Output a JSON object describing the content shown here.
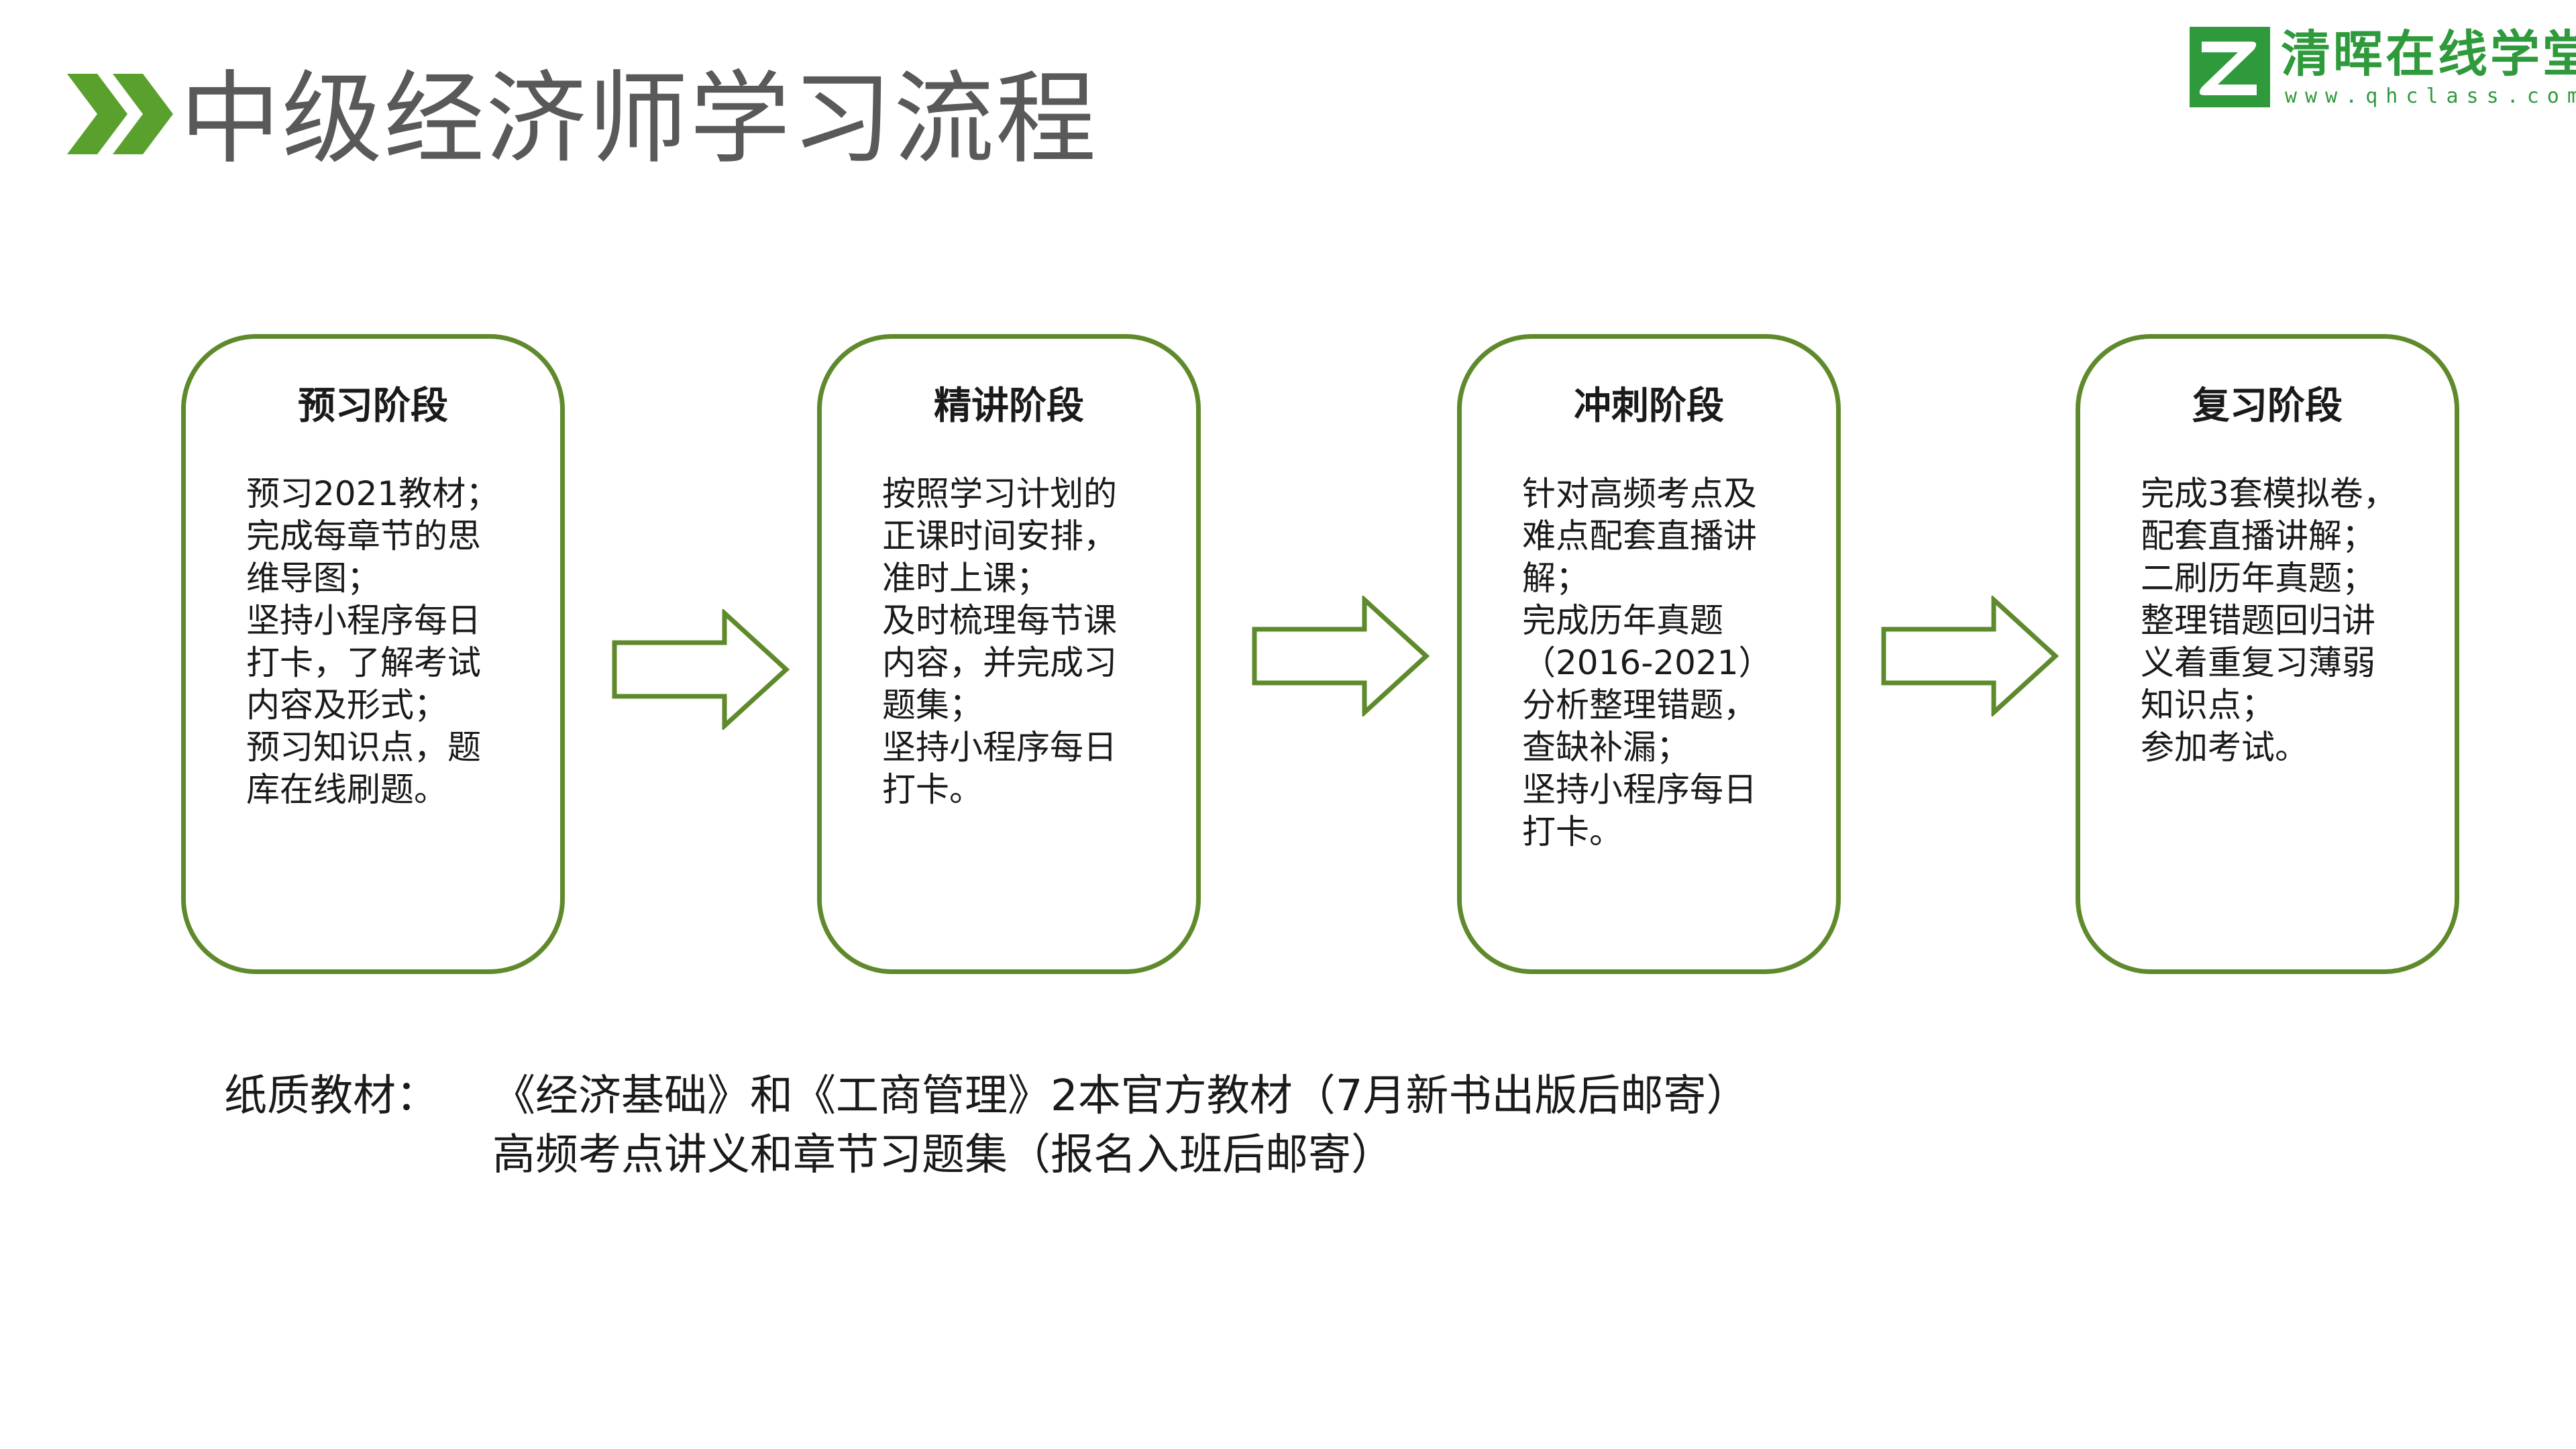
{
  "header": {
    "title": "中级经济师学习流程",
    "accent_color": "#5aa02c"
  },
  "logo": {
    "name": "清晖在线学堂",
    "url": "www.qhclass.com",
    "color": "#2f9a3c"
  },
  "stages": [
    {
      "title": "预习阶段",
      "lines": [
        "预习2021教材；",
        "完成每章节的思",
        "维导图；",
        "坚持小程序每日",
        "打卡，了解考试",
        "内容及形式；",
        "预习知识点，题",
        "库在线刷题。"
      ]
    },
    {
      "title": "精讲阶段",
      "lines": [
        "按照学习计划的",
        "正课时间安排，",
        "准时上课；",
        "及时梳理每节课",
        "内容，并完成习",
        "题集；",
        "坚持小程序每日",
        "打卡。"
      ]
    },
    {
      "title": "冲刺阶段",
      "lines": [
        "针对高频考点及",
        "难点配套直播讲",
        "解；",
        "完成历年真题",
        "（2016-2021）",
        "分析整理错题，",
        "查缺补漏；",
        "坚持小程序每日",
        "打卡。"
      ]
    },
    {
      "title": "复习阶段",
      "lines": [
        "完成3套模拟卷，",
        "配套直播讲解；",
        "二刷历年真题；",
        "整理错题回归讲",
        "义着重复习薄弱",
        "知识点；",
        "参加考试。"
      ]
    }
  ],
  "colors": {
    "stage_border": "#5f8a2c",
    "arrow_stroke": "#5f8a2c"
  },
  "materials": {
    "label": "纸质教材：",
    "line1": "《经济基础》和《工商管理》2本官方教材（7月新书出版后邮寄）",
    "line2": "高频考点讲义和章节习题集（报名入班后邮寄）"
  }
}
